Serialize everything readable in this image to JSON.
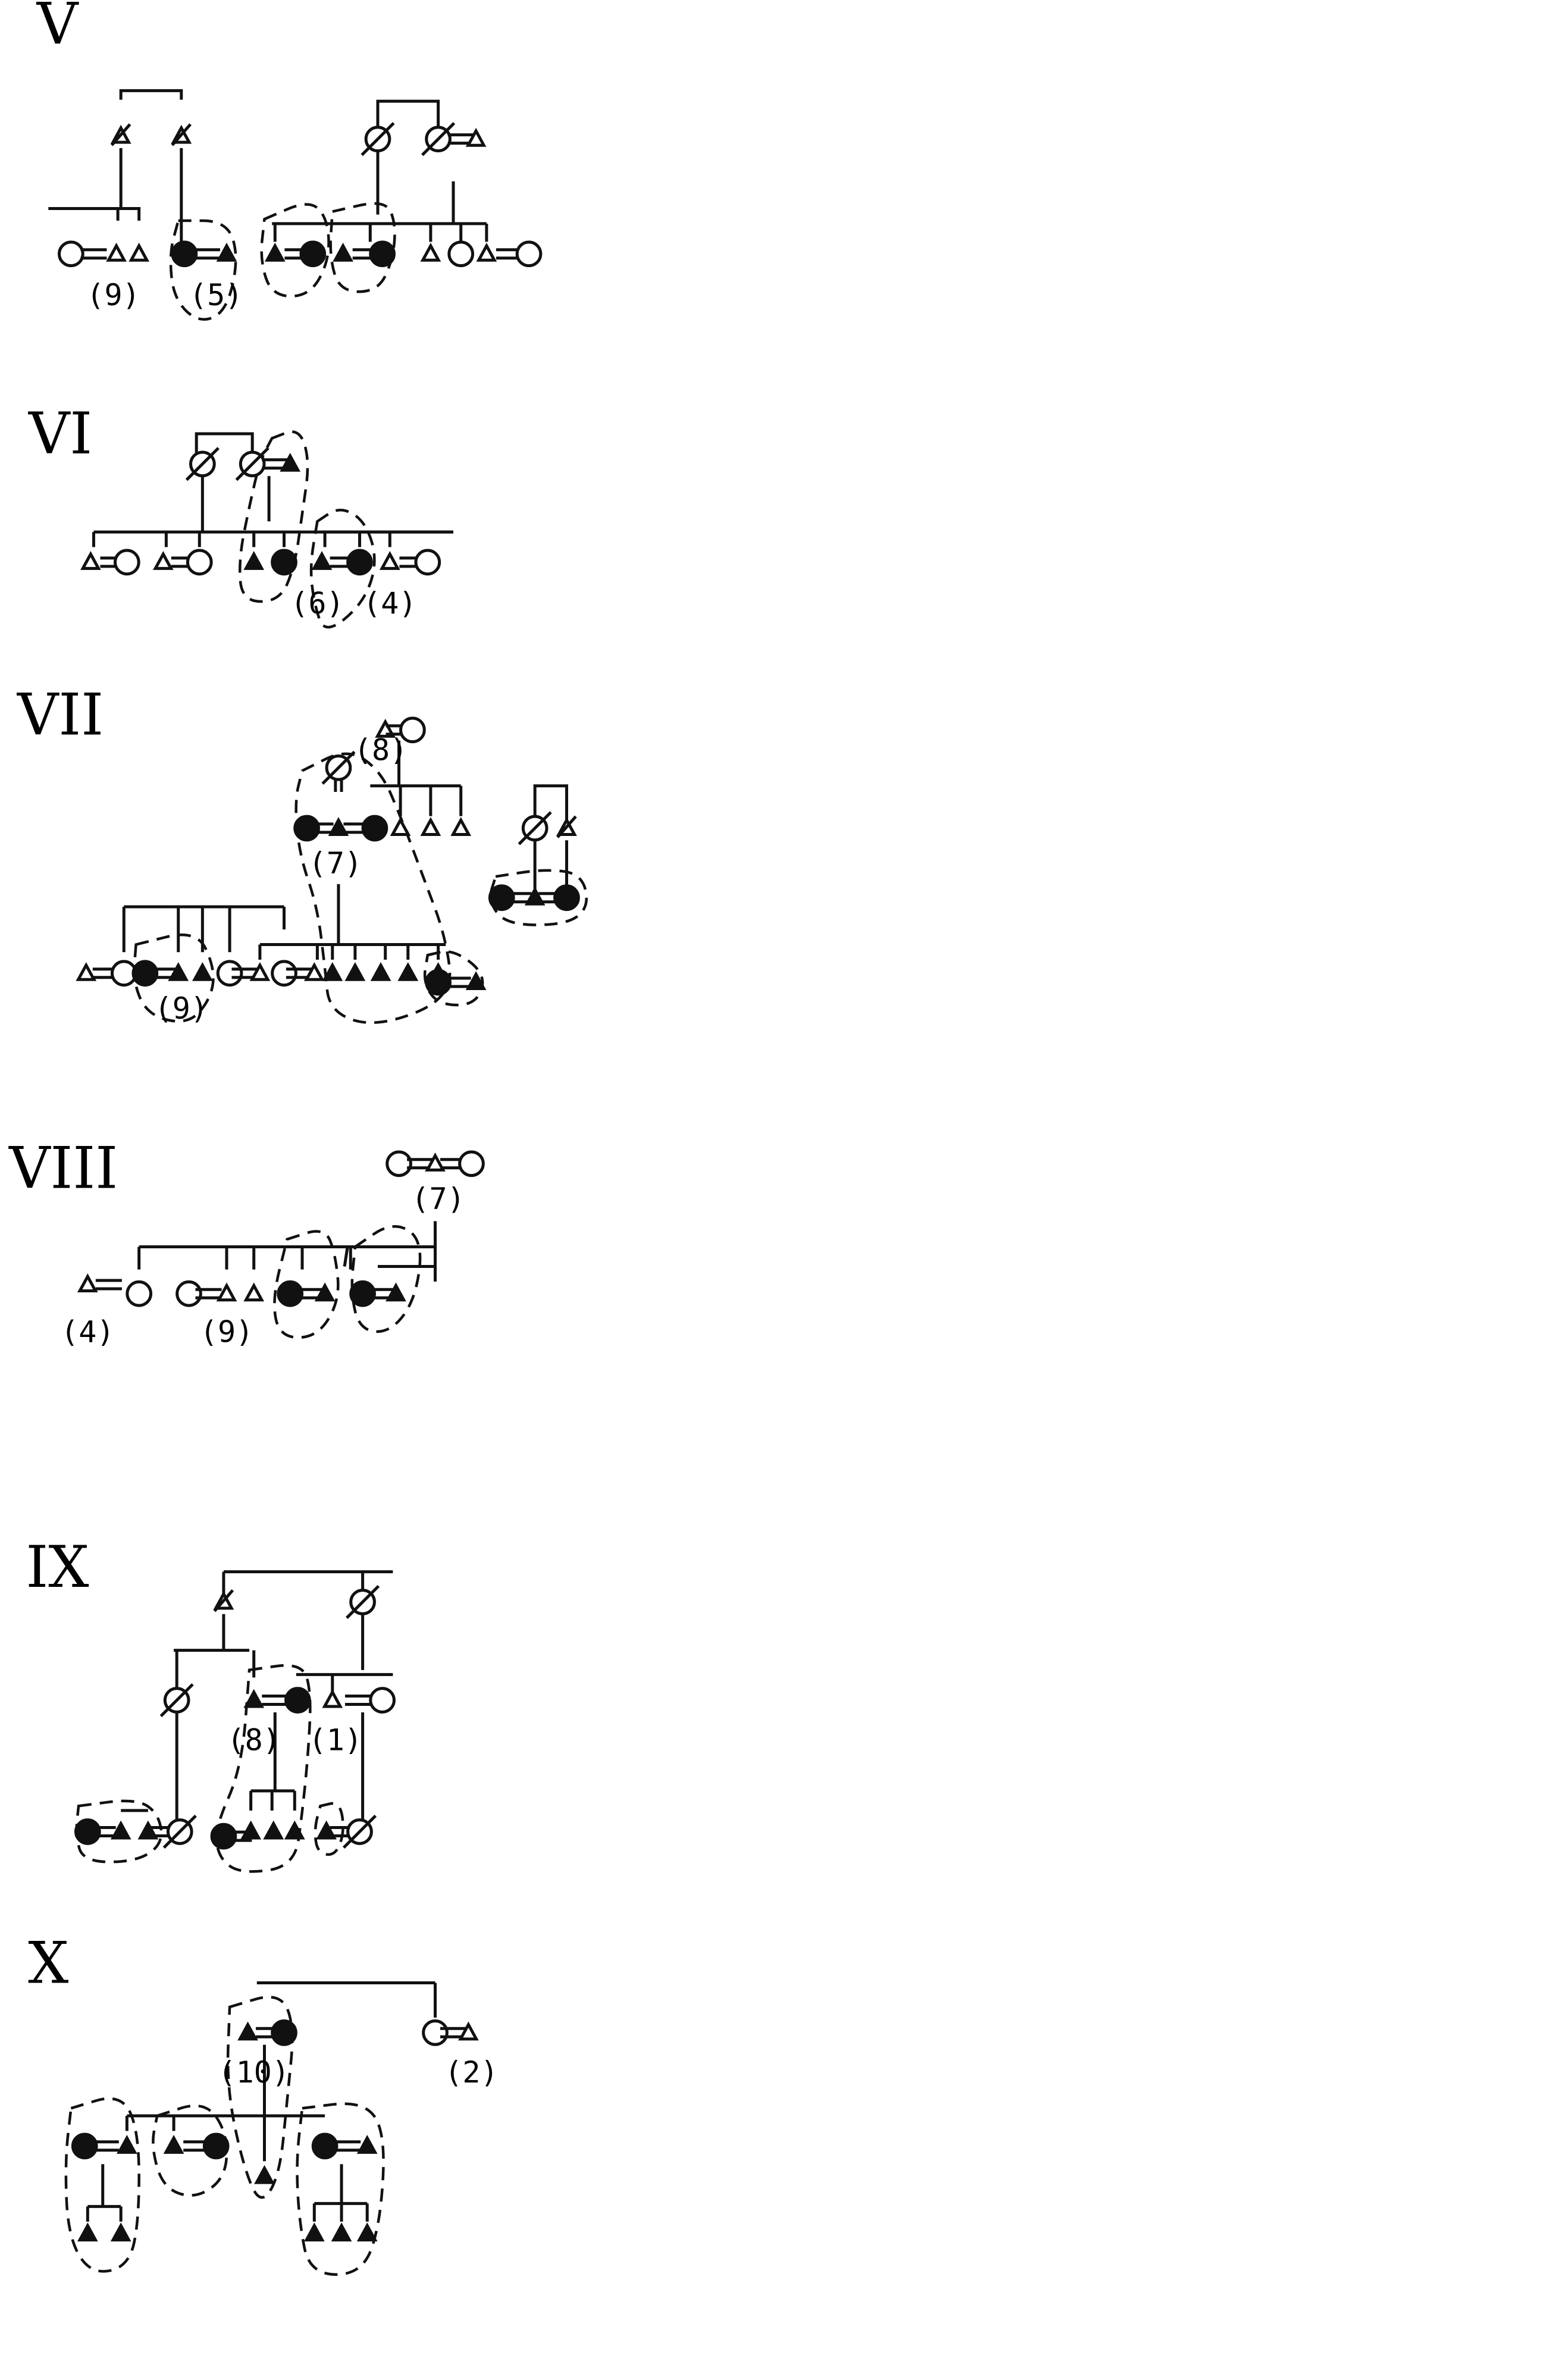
{
  "diagram": {
    "symbols": {
      "male": "triangle",
      "female": "circle",
      "filled": "marked individual",
      "slashed": "deceased",
      "equals": "="
    },
    "sections": [
      {
        "id": "V",
        "label": "V",
        "numbers": [
          "(9)",
          "(5)"
        ]
      },
      {
        "id": "VI",
        "label": "VI",
        "numbers": [
          "(6)",
          "(4)"
        ]
      },
      {
        "id": "VII",
        "label": "VII",
        "numbers": [
          "(8)",
          "(7)",
          "(9)"
        ]
      },
      {
        "id": "VIII",
        "label": "VIII",
        "numbers": [
          "(7)",
          "(4)",
          "(9)"
        ]
      },
      {
        "id": "IX",
        "label": "IX",
        "numbers": [
          "(8)",
          "(1)"
        ]
      },
      {
        "id": "X",
        "label": "X",
        "numbers": [
          "(10)",
          "(2)"
        ]
      }
    ]
  }
}
